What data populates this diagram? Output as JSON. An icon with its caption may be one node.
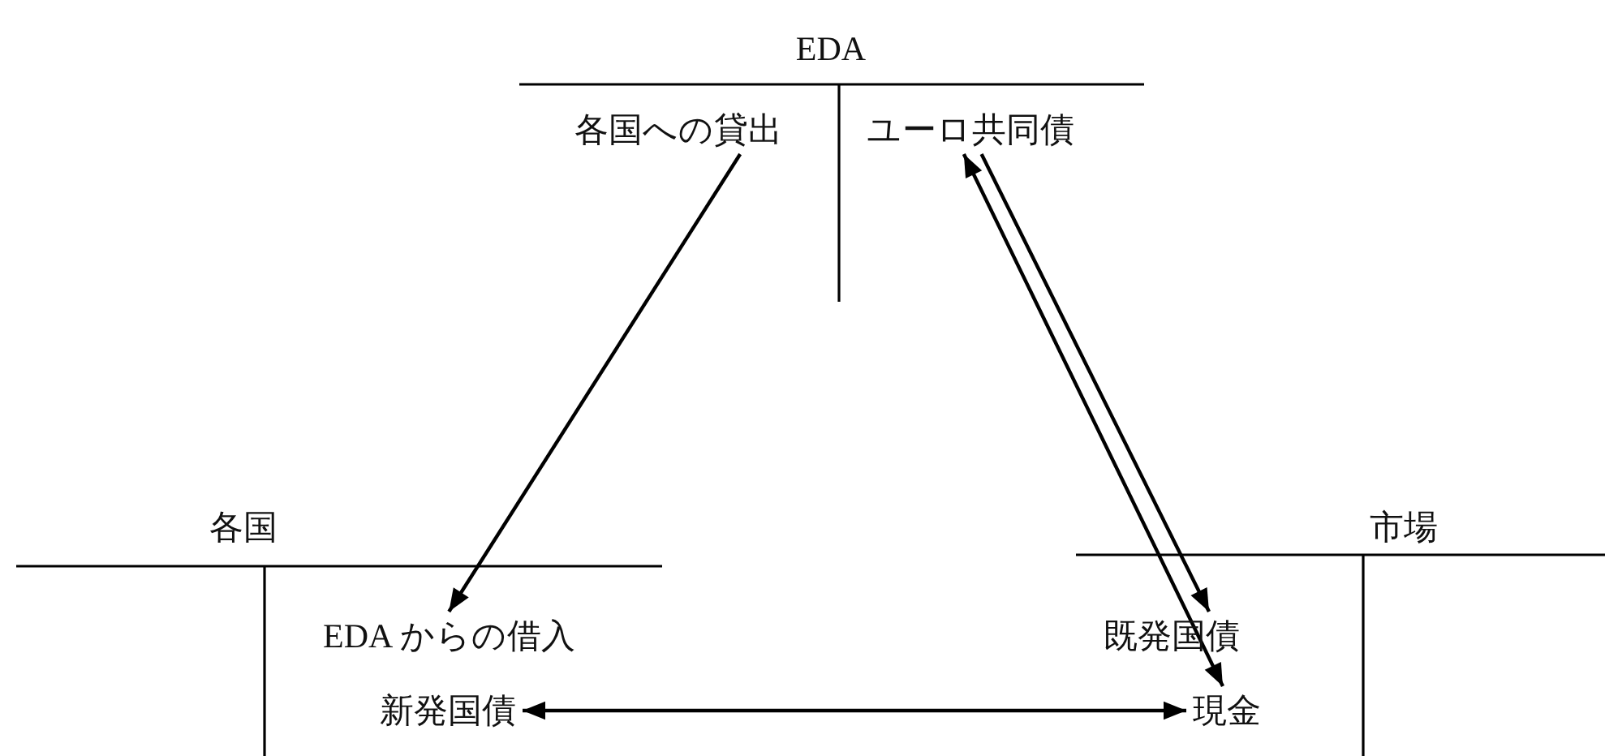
{
  "diagram": {
    "nodes": [
      {
        "text": [
          "EDA"
        ]
      },
      {
        "text": [
          "各国への貸出"
        ],
        "in": 0
      },
      {
        "text": [
          "ユーロ共同債"
        ],
        "in": 0
      },
      {
        "text": [
          "各国"
        ]
      },
      {
        "text": [
          "EDA からの借入"
        ],
        "in": 3
      },
      {
        "text": [
          "新発国債"
        ],
        "in": 3
      },
      {
        "text": [
          "市場"
        ]
      },
      {
        "text": [
          "既発国債"
        ],
        "in": 6
      },
      {
        "text": [
          "現金"
        ],
        "in": 6
      }
    ],
    "edges": [
      {
        "from": 1,
        "to": 4,
        "arrow": "to"
      },
      {
        "from": 2,
        "to": 7,
        "arrow": "to"
      },
      {
        "from": 2,
        "to": 8,
        "arrow": "both"
      },
      {
        "from": 5,
        "to": 8,
        "arrow": "both"
      }
    ]
  }
}
